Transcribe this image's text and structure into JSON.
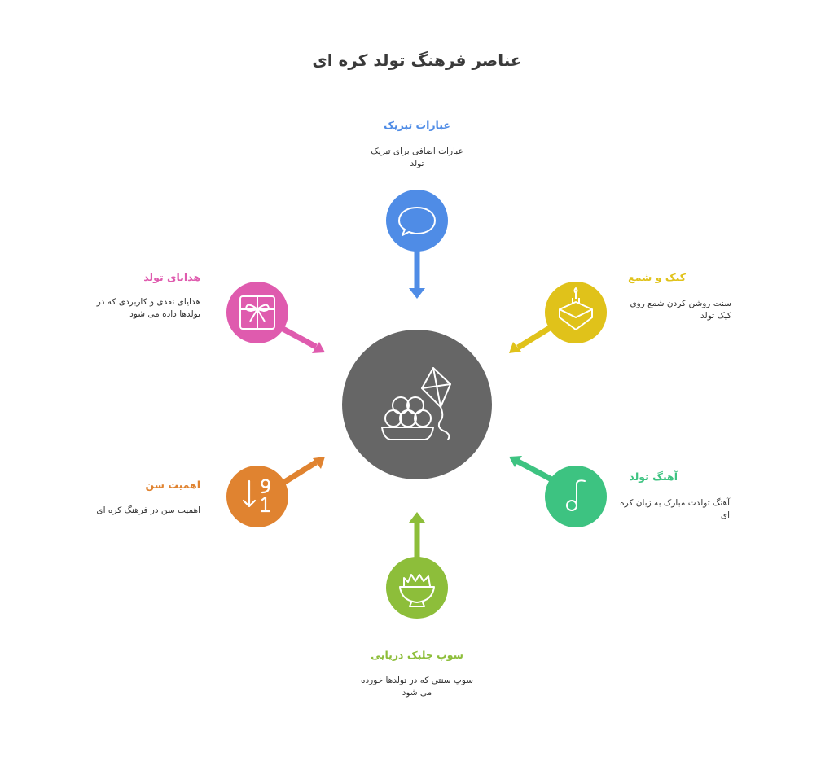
{
  "title": "عناصر فرهنگ تولد کره ای",
  "colors": {
    "center": "#666666",
    "blue": "#4F8CE6",
    "yellow": "#E0C21A",
    "green": "#3DC381",
    "lime": "#8DBE3A",
    "orange": "#E08330",
    "pink": "#DF5BAE"
  },
  "center_node": {
    "icon": "rice-cakes-kite-icon"
  },
  "nodes": [
    {
      "id": "greetings",
      "title": "عبارات تبریک",
      "description": "عبارات اضافی برای تبریک تولد",
      "icon": "speech-bubble-icon",
      "color": "#4F8CE6"
    },
    {
      "id": "cake",
      "title": "کیک و شمع",
      "description": "سنت روشن کردن شمع روی کیک تولد",
      "icon": "cake-candle-icon",
      "color": "#E0C21A"
    },
    {
      "id": "song",
      "title": "آهنگ تولد",
      "description": "آهنگ تولدت مبارک به زبان کره ای",
      "icon": "music-note-icon",
      "color": "#3DC381"
    },
    {
      "id": "soup",
      "title": "سوپ جلبک دریایی",
      "description": "سوپ سنتی که در تولدها خورده می شود",
      "icon": "soup-bowl-icon",
      "color": "#8DBE3A"
    },
    {
      "id": "age",
      "title": "اهمیت سن",
      "description": "اهمیت سن در فرهنگ کره ای",
      "icon": "sort-numbers-icon",
      "color": "#E08330"
    },
    {
      "id": "gifts",
      "title": "هدایای تولد",
      "description": "هدایای نقدی و کاربردی که در تولدها داده می شود",
      "icon": "gift-box-icon",
      "color": "#DF5BAE"
    }
  ]
}
